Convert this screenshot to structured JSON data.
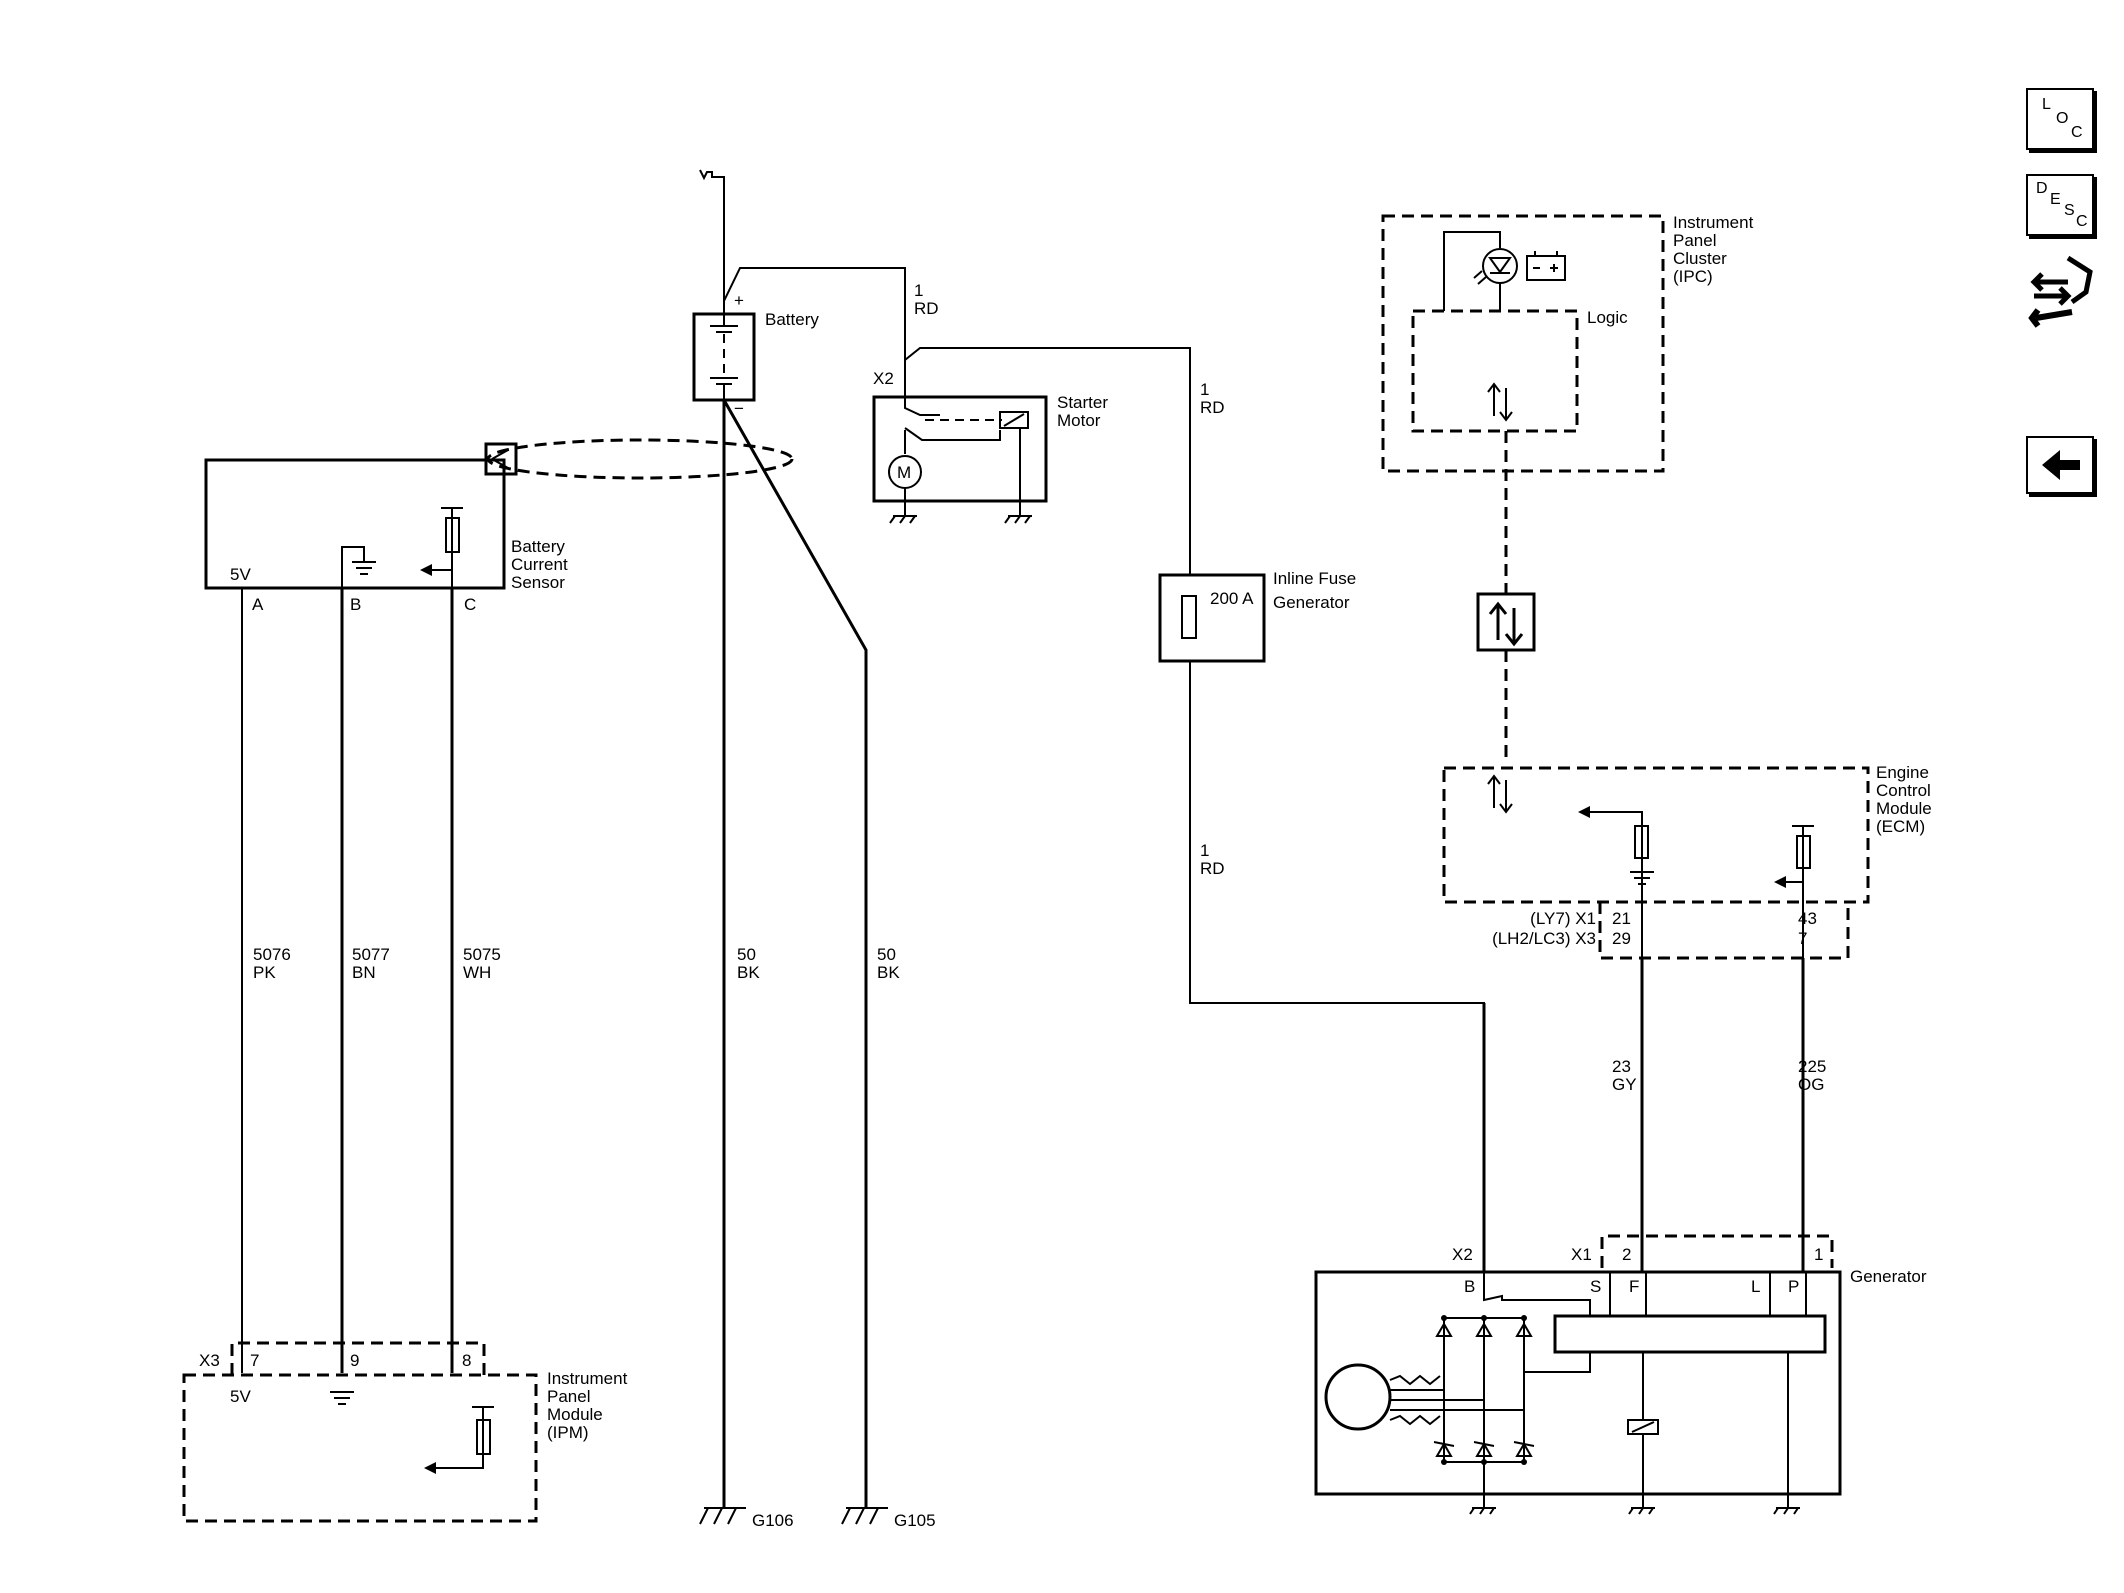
{
  "battery_current_sensor": {
    "name": "Battery Current Sensor",
    "pin_v": "5V",
    "pin_a": "A",
    "pin_b": "B",
    "pin_c": "C"
  },
  "battery": {
    "name": "Battery",
    "plus": "+",
    "minus": "−"
  },
  "starter_motor": {
    "name": "Starter Motor",
    "connector": "X2",
    "motor": "M"
  },
  "fuse": {
    "name": "Inline Fuse Generator",
    "rating": "200 A"
  },
  "ipc": {
    "name": "Instrument Panel Cluster (IPC)",
    "logic": "Logic"
  },
  "ecm": {
    "name": "Engine Control Module (ECM)",
    "ly7": "(LY7) X1",
    "lh2": "(LH2/LC3) X3",
    "pin21": "21",
    "pin29": "29",
    "pin43": "43",
    "pin7": "7"
  },
  "generator": {
    "name": "Generator",
    "x2": "X2",
    "x1": "X1",
    "pin2": "2",
    "pin1": "1",
    "b": "B",
    "s": "S",
    "f": "F",
    "l": "L",
    "p": "P"
  },
  "ipm": {
    "name": "Instrument Panel Module (IPM)",
    "x3": "X3",
    "pin7": "7",
    "pin9": "9",
    "pin8": "8",
    "v": "5V"
  },
  "wires": [
    {
      "circuit": "5076",
      "color": "PK"
    },
    {
      "circuit": "5077",
      "color": "BN"
    },
    {
      "circuit": "5075",
      "color": "WH"
    },
    {
      "circuit": "50",
      "color": "BK"
    },
    {
      "circuit": "50",
      "color": "BK"
    },
    {
      "circuit": "1",
      "color": "RD"
    },
    {
      "circuit": "1",
      "color": "RD"
    },
    {
      "circuit": "1",
      "color": "RD"
    },
    {
      "circuit": "23",
      "color": "GY"
    },
    {
      "circuit": "225",
      "color": "OG"
    }
  ],
  "grounds": {
    "g106": "G106",
    "g105": "G105"
  },
  "nav": {
    "loc_l": "L",
    "loc_o": "O",
    "loc_c": "C",
    "desc_d": "D",
    "desc_e": "E",
    "desc_s": "S",
    "desc_c": "C"
  }
}
